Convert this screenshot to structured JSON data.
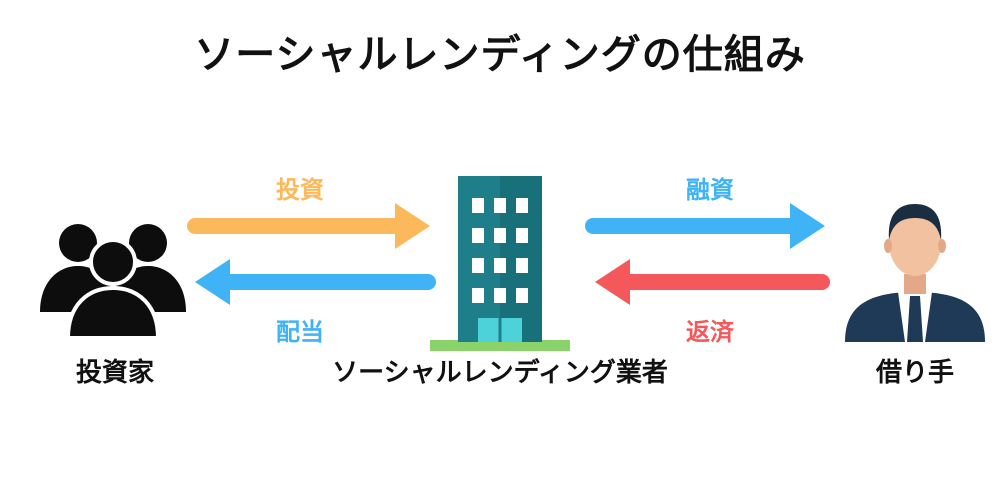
{
  "title": "ソーシャルレンディングの仕組み",
  "nodes": {
    "investor": "投資家",
    "platform": "ソーシャルレンディング業者",
    "borrower": "借り手"
  },
  "flows": {
    "invest": "投資",
    "dividend": "配当",
    "loan": "融資",
    "repay": "返済"
  },
  "colors": {
    "invest": "#fbb95c",
    "dividend": "#3fb3f5",
    "loan": "#3fb3f5",
    "repay": "#f4585a",
    "building": "#1e7f8a",
    "building_light": "#3fb1b8",
    "grass": "#89d36a",
    "suit": "#1f3a57"
  },
  "icons": {
    "investor": "group-of-people-icon",
    "platform": "office-building-icon",
    "borrower": "businessman-icon"
  }
}
